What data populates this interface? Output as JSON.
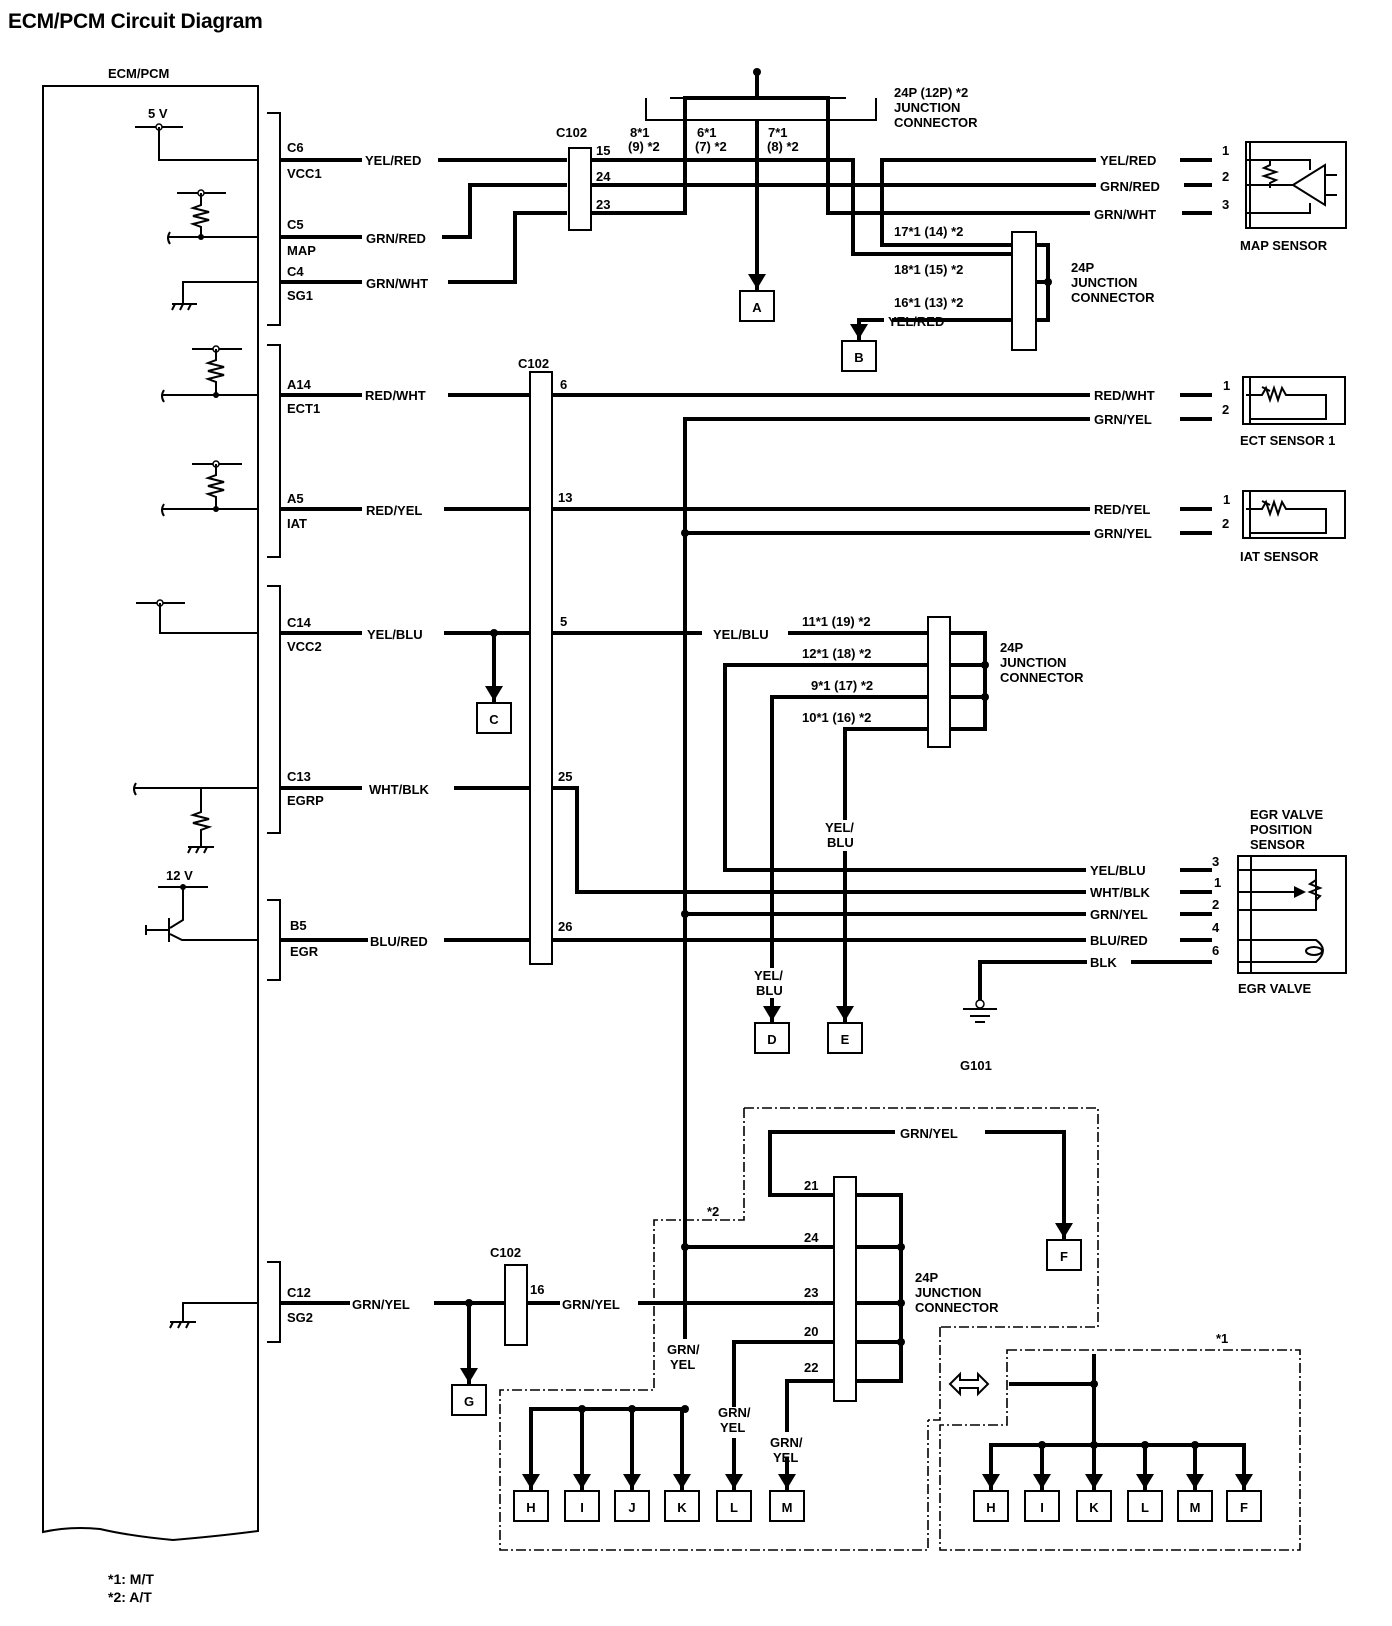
{
  "title": "ECM/PCM Circuit Diagram",
  "ecm": {
    "label": "ECM/PCM",
    "voltage_5v": "5 V",
    "voltage_12v": "12 V",
    "terminals": [
      {
        "pin": "C6",
        "name": "VCC1",
        "wire": "YEL/RED"
      },
      {
        "pin": "C5",
        "name": "MAP",
        "wire": "GRN/RED"
      },
      {
        "pin": "C4",
        "name": "SG1",
        "wire": "GRN/WHT"
      },
      {
        "pin": "A14",
        "name": "ECT1",
        "wire": "RED/WHT"
      },
      {
        "pin": "A5",
        "name": "IAT",
        "wire": "RED/YEL"
      },
      {
        "pin": "C14",
        "name": "VCC2",
        "wire": "YEL/BLU"
      },
      {
        "pin": "C13",
        "name": "EGRP",
        "wire": "WHT/BLK"
      },
      {
        "pin": "B5",
        "name": "EGR",
        "wire": "BLU/RED"
      },
      {
        "pin": "C12",
        "name": "SG2",
        "wire": "GRN/YEL"
      }
    ]
  },
  "connectors": {
    "c102": "C102",
    "c102_top_pins": [
      "15",
      "24",
      "23"
    ],
    "c102_mid_pins": [
      "6",
      "13",
      "5",
      "25",
      "26"
    ],
    "c102_bottom_pin": "16",
    "jc_top": {
      "line1": "24P (12P) *2",
      "line2": "JUNCTION",
      "line3": "CONNECTOR",
      "pins": [
        {
          "a": "8*1",
          "b": "(9) *2"
        },
        {
          "a": "6*1",
          "b": "(7) *2"
        },
        {
          "a": "7*1",
          "b": "(8) *2"
        }
      ]
    },
    "jc_map": {
      "line1": "24P",
      "line2": "JUNCTION",
      "line3": "CONNECTOR",
      "pins": [
        "17*1 (14) *2",
        "18*1 (15) *2",
        "16*1 (13) *2"
      ],
      "wire": "YEL/RED"
    },
    "jc_mid": {
      "line1": "24P",
      "line2": "JUNCTION",
      "line3": "CONNECTOR",
      "pins": [
        "11*1 (19) *2",
        "12*1 (18) *2",
        "9*1 (17) *2",
        "10*1 (16) *2"
      ],
      "wire": "YEL/BLU"
    },
    "jc_bottom": {
      "line1": "24P",
      "line2": "JUNCTION",
      "line3": "CONNECTOR",
      "pins": [
        "21",
        "24",
        "23",
        "20",
        "22"
      ]
    }
  },
  "sensors": {
    "map": {
      "label": "MAP SENSOR",
      "pins": [
        "1",
        "2",
        "3"
      ],
      "wires": [
        "YEL/RED",
        "GRN/RED",
        "GRN/WHT"
      ]
    },
    "ect": {
      "label": "ECT SENSOR 1",
      "pins": [
        "1",
        "2"
      ],
      "wires": [
        "RED/WHT",
        "GRN/YEL"
      ]
    },
    "iat": {
      "label": "IAT SENSOR",
      "pins": [
        "1",
        "2"
      ],
      "wires": [
        "RED/YEL",
        "GRN/YEL"
      ]
    },
    "egr": {
      "label_top1": "EGR VALVE",
      "label_top2": "POSITION",
      "label_top3": "SENSOR",
      "label_bottom": "EGR VALVE",
      "pins": [
        "3",
        "1",
        "2",
        "4",
        "6"
      ],
      "wires": [
        "YEL/BLU",
        "WHT/BLK",
        "GRN/YEL",
        "BLU/RED",
        "BLK"
      ]
    }
  },
  "ground": "G101",
  "wire_labels": {
    "grn_yel": "GRN/YEL",
    "grn_yel_split": [
      "GRN/",
      "YEL"
    ],
    "yel_blu_split": [
      "YEL/",
      "BLU"
    ]
  },
  "refs": {
    "A": "A",
    "B": "B",
    "C": "C",
    "D": "D",
    "E": "E",
    "F": "F",
    "G": "G",
    "at_group": [
      "H",
      "I",
      "J",
      "K",
      "L",
      "M"
    ],
    "mt_group": [
      "H",
      "I",
      "K",
      "L",
      "M",
      "F"
    ]
  },
  "variant_marks": {
    "at": "*2",
    "mt": "*1"
  },
  "legend": {
    "line1": "*1: M/T",
    "line2": "*2: A/T"
  }
}
